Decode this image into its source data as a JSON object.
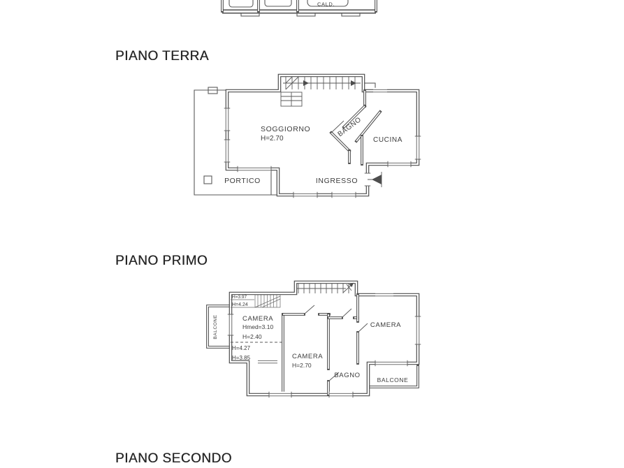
{
  "palette": {
    "ink": "#4d4d4d",
    "label_text": "#3c3c3c",
    "heading_text": "#262626",
    "background": "#ffffff"
  },
  "upper_plan": {
    "cald_label": "CALD."
  },
  "piano_terra": {
    "heading": "PIANO TERRA",
    "soggiorno_label": "SOGGIORNO",
    "soggiorno_height": "H=2.70",
    "bagno_label": "BAGNO",
    "cucina_label": "CUCINA",
    "ingresso_label": "INGRESSO",
    "portico_label": "PORTICO"
  },
  "piano_primo": {
    "heading": "PIANO PRIMO",
    "balcone_left_label": "BALCONE",
    "note_top_1": "H=3.97",
    "note_top_2": "H=4.24",
    "camera_nw_label": "CAMERA",
    "camera_nw_hmed": "Hmed=3.10",
    "camera_nw_h": "H=2.40",
    "note_mid_1": "H=4.27",
    "note_mid_2": "H=3.85",
    "camera_center_label": "CAMERA",
    "camera_center_h": "H=2.70",
    "bagno_label": "BAGNO",
    "camera_east_label": "CAMERA",
    "balcone_se_label": "BALCONE"
  },
  "piano_secondo": {
    "heading": "PIANO SECONDO"
  }
}
